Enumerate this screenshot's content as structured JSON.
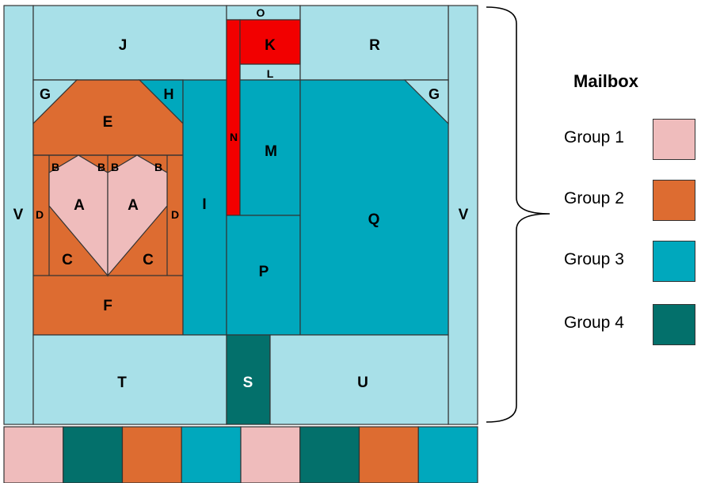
{
  "colors": {
    "pink": "#efbcbc",
    "orange": "#dd6c31",
    "lightblue": "#a8e0e8",
    "teal": "#00a8bd",
    "darkteal": "#03706b",
    "red": "#f20000",
    "outline": "#333333"
  },
  "pieces": {
    "V_left": "V",
    "V_right": "V",
    "J": "J",
    "O": "O",
    "K": "K",
    "L": "L",
    "R": "R",
    "G_left": "G",
    "H": "H",
    "G_right": "G",
    "E": "E",
    "B1": "B",
    "B2": "B",
    "B3": "B",
    "B4": "B",
    "A_left": "A",
    "A_right": "A",
    "D_left": "D",
    "D_right": "D",
    "C_left": "C",
    "C_right": "C",
    "F": "F",
    "I": "I",
    "N": "N",
    "M": "M",
    "P": "P",
    "Q": "Q",
    "T": "T",
    "S": "S",
    "U": "U"
  },
  "legend": {
    "title": "Mailbox",
    "items": [
      {
        "label": "Group 1",
        "color": "#efbcbc"
      },
      {
        "label": "Group 2",
        "color": "#dd6c31"
      },
      {
        "label": "Group 3",
        "color": "#00a8bd"
      },
      {
        "label": "Group 4",
        "color": "#03706b"
      }
    ]
  },
  "border_strip": {
    "colors": [
      "#efbcbc",
      "#03706b",
      "#dd6c31",
      "#00a8bd",
      "#efbcbc",
      "#03706b",
      "#dd6c31",
      "#00a8bd"
    ]
  }
}
